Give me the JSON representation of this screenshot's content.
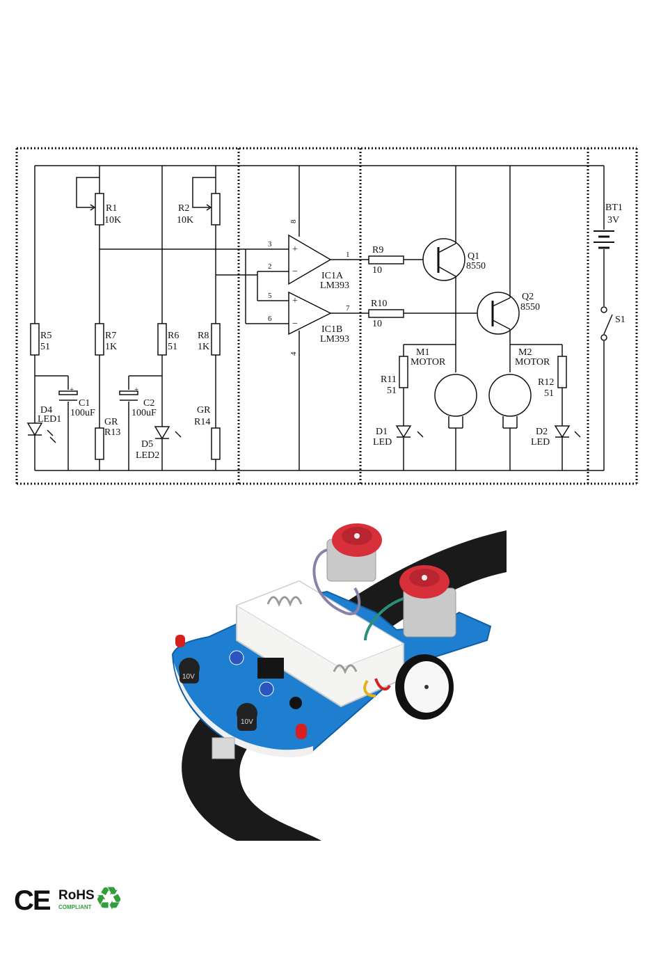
{
  "schematic": {
    "labels": {
      "r1": "R1",
      "r1v": "10K",
      "r2": "R2",
      "r2v": "10K",
      "r5": "R5",
      "r5v": "51",
      "r7": "R7",
      "r7v": "1K",
      "r6": "R6",
      "r6v": "51",
      "r8": "R8",
      "r8v": "1K",
      "d4": "D4",
      "led1": "LED1",
      "c1": "C1",
      "c1v": "100uF",
      "c2": "C2",
      "c2v": "100uF",
      "gr1": "GR",
      "r13": "R13",
      "gr2": "GR",
      "r14": "R14",
      "d5": "D5",
      "led2": "LED2",
      "ic1a": "IC1A",
      "lm1": "LM393",
      "ic1b": "IC1B",
      "lm2": "LM393",
      "pin8": "8",
      "pin3": "3",
      "pin2": "2",
      "pin1": "1",
      "pin5": "5",
      "pin6": "6",
      "pin7": "7",
      "pin4": "4",
      "plus1": "+",
      "minus1": "−",
      "plus2": "+",
      "minus2": "−",
      "r9": "R9",
      "r9v": "10",
      "r10": "R10",
      "r10v": "10",
      "q1": "Q1",
      "q1v": "8550",
      "q2": "Q2",
      "q2v": "8550",
      "m1": "M1",
      "m1v": "MOTOR",
      "m2": "M2",
      "m2v": "MOTOR",
      "r11": "R11",
      "r11v": "51",
      "r12": "R12",
      "r12v": "51",
      "d1": "D1",
      "d1v": "LED",
      "d2": "D2",
      "d2v": "LED",
      "bt1": "BT1",
      "bt1v": "3V",
      "s1": "S1"
    }
  },
  "product": {
    "pcb_text_1": "10V",
    "pcb_text_2": "10V"
  },
  "logos": {
    "ce": "CE",
    "rohs": "RoHS",
    "rohs_sub": "COMPLIANT",
    "recycle": "♻"
  },
  "colors": {
    "pcb": "#1e7fd0",
    "motor_cap": "#d8303a",
    "track": "#1a1a1a",
    "battery_holder": "#f4f4f2",
    "led": "#d61f1f",
    "recycle_green": "#2f9e3b"
  }
}
